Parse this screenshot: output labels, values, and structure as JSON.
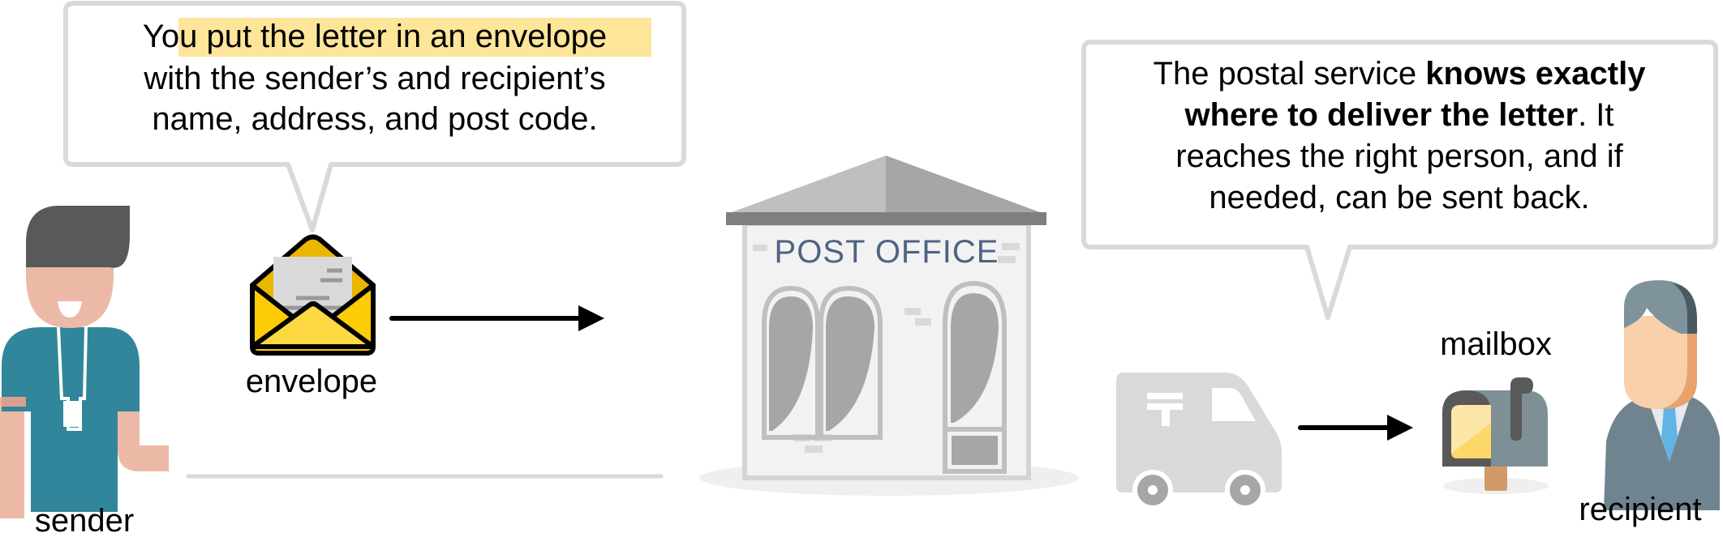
{
  "left_bubble": {
    "line1_pre": "You ",
    "line1_highlight": "put the letter in an envelope",
    "line2": "with the sender’s and recipient’s",
    "line3": "name, address, and post code."
  },
  "right_bubble": {
    "line1_normal": "The postal service ",
    "line1_bold": "knows exactly",
    "line2_bold": "where to deliver the letter",
    "line2_normal": ". It",
    "line3": "reaches the right person, and if",
    "line4": "needed, can be sent back."
  },
  "labels": {
    "sender": "sender",
    "envelope": "envelope",
    "post_office": "POST OFFICE",
    "mailbox": "mailbox",
    "recipient": "recipient"
  },
  "colors": {
    "highlight": "#fde59a",
    "bubble_border": "#d9d9d9",
    "shirt": "#31869b",
    "skin": "#ecb9a7",
    "envelope": "#fdcc07",
    "post_office_text": "#4f6383",
    "recipient_suit": "#6f848f",
    "tie": "#62b4e6"
  }
}
